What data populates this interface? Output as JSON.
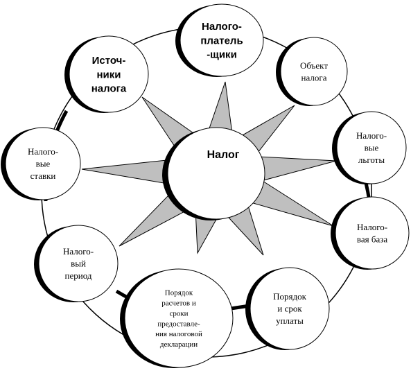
{
  "center": {
    "lines": [
      "Налог"
    ]
  },
  "nodes": [
    {
      "id": "taxpayers",
      "lines": [
        "Налого-",
        "платель",
        "-щики"
      ],
      "bold": true
    },
    {
      "id": "object",
      "lines": [
        "Объект",
        "налога"
      ],
      "bold": false
    },
    {
      "id": "benefits",
      "lines": [
        "Налого-",
        "вые",
        "льготы"
      ],
      "bold": false
    },
    {
      "id": "base",
      "lines": [
        "Налого-",
        "вая база"
      ],
      "bold": false
    },
    {
      "id": "payment",
      "lines": [
        "Порядок",
        "и срок",
        "уплаты"
      ],
      "bold": false
    },
    {
      "id": "declaration",
      "lines": [
        "Порядок",
        "расчетов и",
        "сроки",
        "предоставле-",
        "ния налоговой",
        "декларации"
      ],
      "bold": false
    },
    {
      "id": "period",
      "lines": [
        "Налого-",
        "вый",
        "период"
      ],
      "bold": false
    },
    {
      "id": "rates",
      "lines": [
        "Налого-",
        "вые",
        "ставки"
      ],
      "bold": false
    },
    {
      "id": "sources",
      "lines": [
        "Источ-",
        "ники",
        "налога"
      ],
      "bold": true
    }
  ],
  "colors": {
    "arrow_fill": "#bfbfbf",
    "stroke": "#000000",
    "background": "#ffffff"
  }
}
